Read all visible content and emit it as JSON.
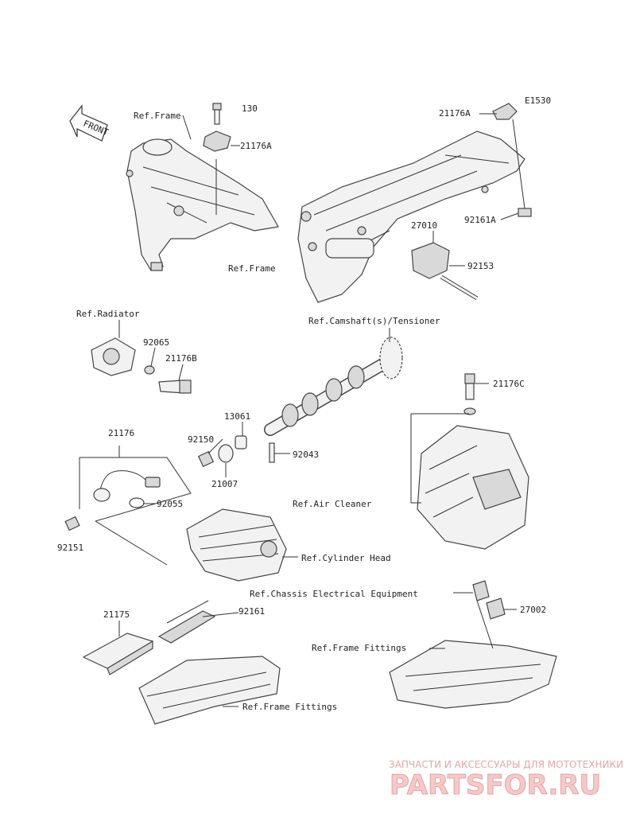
{
  "diagram": {
    "code": "E1530",
    "front_label": "FRONT",
    "part_numbers": [
      "130",
      "21176A",
      "21176A",
      "92161A",
      "27010",
      "92153",
      "92065",
      "21176B",
      "13061",
      "92150",
      "21007",
      "92043",
      "21176",
      "92055",
      "92151",
      "21176C",
      "21175",
      "92161",
      "27002"
    ],
    "references": [
      "Ref.Frame",
      "Ref.Frame",
      "Ref.Radiator",
      "Ref.Camshaft(s)/Tensioner",
      "Ref.Air Cleaner",
      "Ref.Cylinder Head",
      "Ref.Chassis Electrical Equipment",
      "Ref.Frame Fittings",
      "Ref.Frame Fittings"
    ]
  },
  "watermark": {
    "tagline": "ЗАПЧАСТИ И АКСЕССУАРЫ ДЛЯ МОТОТЕХНИКИ",
    "brand": "PARTSFOR.RU"
  }
}
